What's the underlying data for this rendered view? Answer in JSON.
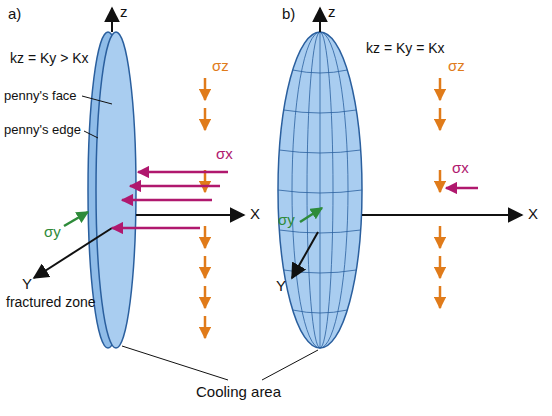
{
  "diagram": {
    "labels": [
      "a)",
      "z",
      "kz = Ky > Kx",
      "penny's face",
      "penny's edge",
      "σz",
      "σx",
      "X",
      "σy",
      "Y",
      "fractured zone",
      "b)",
      "z",
      "kz = Ky = Kx",
      "σz",
      "σx",
      "X",
      "σy",
      "Y",
      "Cooling area"
    ]
  }
}
